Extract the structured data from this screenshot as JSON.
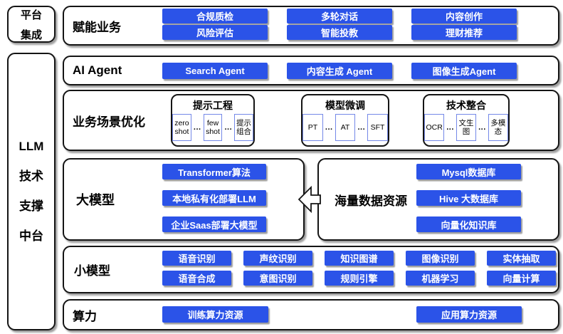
{
  "colors": {
    "accent": "#2b53e8",
    "chip_border": "#7488e8",
    "border": "#141414"
  },
  "ellipsis": "...",
  "sidebar": {
    "platform": [
      "平台",
      "集成"
    ],
    "llm": [
      "LLM",
      "技术",
      "支撑",
      "中台"
    ]
  },
  "business": {
    "label": "赋能业务",
    "buttons": [
      "合规质检",
      "风险评估",
      "多轮对话",
      "智能投教",
      "内容创作",
      "理财推荐"
    ]
  },
  "agent": {
    "label": "AI Agent",
    "buttons": [
      "Search Agent",
      "内容生成 Agent",
      "图像生成Agent"
    ]
  },
  "optimization": {
    "label": "业务场景优化",
    "groups": [
      {
        "title": "提示工程",
        "chips": [
          "zero shot",
          "few shot",
          "提示组合"
        ]
      },
      {
        "title": "模型微调",
        "chips": [
          "PT",
          "AT",
          "SFT"
        ]
      },
      {
        "title": "技术整合",
        "chips": [
          "OCR",
          "文生图",
          "多模态"
        ]
      }
    ]
  },
  "big_model": {
    "label": "大模型",
    "buttons": [
      "Transformer算法",
      "本地私有化部署LLM",
      "企业Saas部署大模型"
    ]
  },
  "data_resources": {
    "label": "海量数据资源",
    "buttons": [
      "Mysql数据库",
      "Hive 大数据库",
      "向量化知识库"
    ]
  },
  "small_model": {
    "label": "小模型",
    "buttons": [
      "语音识别",
      "声纹识别",
      "知识图谱",
      "图像识别",
      "实体抽取",
      "语音合成",
      "意图识别",
      "规则引擎",
      "机器学习",
      "向量计算"
    ]
  },
  "compute": {
    "label": "算力",
    "buttons": [
      "训练算力资源",
      "应用算力资源"
    ]
  }
}
